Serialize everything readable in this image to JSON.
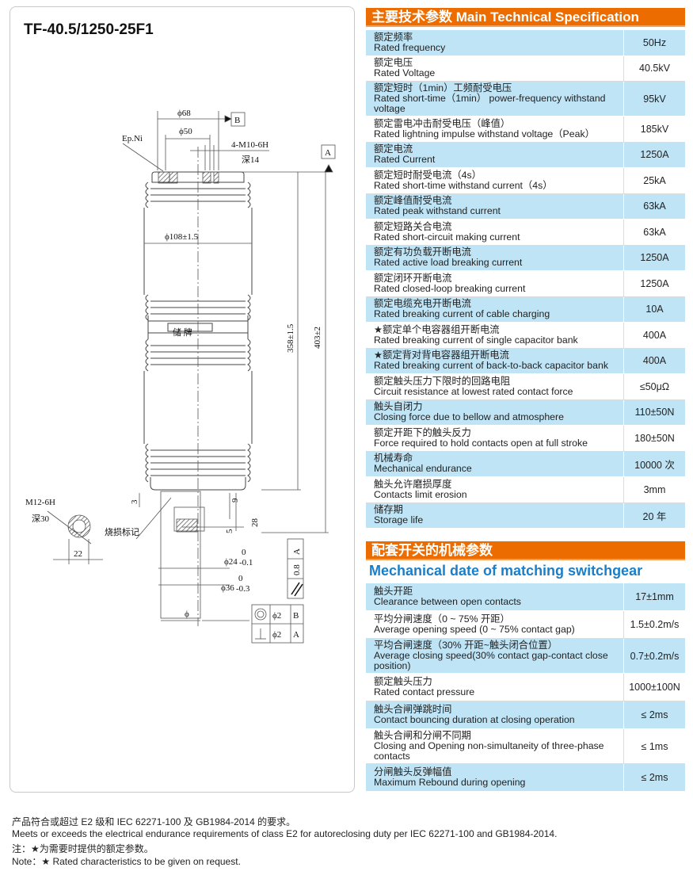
{
  "model": "TF-40.5/1250-25F1",
  "drawing": {
    "phi68": "ϕ68",
    "phi50": "ϕ50",
    "datum_b": "B",
    "datum_a": "A",
    "ep_ni": "Ep.Ni",
    "thread_top": "4-M10-6H",
    "depth_top": "深14",
    "phi108": "ϕ108±1.5",
    "len358": "358±1.5",
    "len403": "403±2",
    "label_mid": "储  牌",
    "m12": "M12-6H",
    "depth30": "深30",
    "dim22": "22",
    "dim3": "3",
    "dim9": "9",
    "dim28": "28",
    "dim5": "5",
    "burn_mark": "烧损标记",
    "phi24": "ϕ24",
    "tol24": "-0.1",
    "phi36": "ϕ36",
    "tol36": "-0.3",
    "tol0": "0",
    "phi": "ϕ",
    "parallel_val": "0.8",
    "parallel_ref": "A",
    "tol_rows": [
      {
        "symbol": "concentricity",
        "val": "ϕ2",
        "ref": "B"
      },
      {
        "symbol": "perpendicularity",
        "val": "ϕ2",
        "ref": "A"
      }
    ]
  },
  "spec": {
    "title": "主要技术参数 Main Technical Specification",
    "rows": [
      {
        "cn": "额定频率",
        "en": "Rated frequency",
        "val": "50Hz"
      },
      {
        "cn": "额定电压",
        "en": "Rated Voltage",
        "val": "40.5kV"
      },
      {
        "cn": "额定短时（1min）工频耐受电压",
        "en": "Rated short-time（1min） power-frequency withstand voltage",
        "val": "95kV"
      },
      {
        "cn": "额定雷电冲击耐受电压（峰值）",
        "en": "Rated lightning impulse  withstand voltage（Peak）",
        "val": "185kV"
      },
      {
        "cn": "额定电流",
        "en": "Rated Current",
        "val": "1250A"
      },
      {
        "cn": "额定短时耐受电流（4s）",
        "en": "Rated short-time withstand current（4s）",
        "val": "25kA"
      },
      {
        "cn": "额定峰值耐受电流",
        "en": "Rated peak withstand current",
        "val": "63kA"
      },
      {
        "cn": "额定短路关合电流",
        "en": "Rated short-circuit making current",
        "val": "63kA"
      },
      {
        "cn": "额定有功负载开断电流",
        "en": "Rated active load breaking current",
        "val": "1250A"
      },
      {
        "cn": "额定闭环开断电流",
        "en": "Rated closed-loop breaking current",
        "val": "1250A"
      },
      {
        "cn": "额定电缆充电开断电流",
        "en": "Rated breaking current of cable charging",
        "val": "10A"
      },
      {
        "cn": "★额定单个电容器组开断电流",
        "en": "Rated breaking current of single capacitor bank",
        "val": "400A"
      },
      {
        "cn": "★额定背对背电容器组开断电流",
        "en": "Rated breaking current of back-to-back capacitor bank",
        "val": "400A"
      },
      {
        "cn": "额定触头压力下限时的回路电阻",
        "en": "Circuit resistance at lowest rated contact force",
        "val": "≤50μΩ"
      },
      {
        "cn": "触头自闭力",
        "en": "Closing force due to bellow and atmosphere",
        "val": "110±50N"
      },
      {
        "cn": "额定开距下的触头反力",
        "en": "Force required to hold contacts open at full stroke",
        "val": "180±50N"
      },
      {
        "cn": "机械寿命",
        "en": "Mechanical endurance",
        "val": "10000 次"
      },
      {
        "cn": "触头允许磨损厚度",
        "en": "Contacts limit erosion",
        "val": "3mm"
      },
      {
        "cn": "储存期",
        "en": "Storage life",
        "val": "20 年"
      }
    ]
  },
  "mech": {
    "title": "配套开关的机械参数",
    "subtitle": "Mechanical date of matching switchgear",
    "rows": [
      {
        "cn": "触头开距",
        "en": "Clearance between open contacts",
        "val": "17±1mm"
      },
      {
        "cn": "平均分闸速度（0 ~ 75% 开距）",
        "en": "Average opening speed (0 ~ 75% contact gap)",
        "val": "1.5±0.2m/s"
      },
      {
        "cn": "平均合闸速度（30% 开距~触头闭合位置）",
        "en": "Average closing speed(30% contact gap-contact close position)",
        "val": "0.7±0.2m/s"
      },
      {
        "cn": "额定触头压力",
        "en": "Rated contact pressure",
        "val": "1000±100N"
      },
      {
        "cn": "触头合闸弹跳时间",
        "en": "Contact bouncing duration at closing operation",
        "val": "≤ 2ms"
      },
      {
        "cn": "触头合闸和分闸不同期",
        "en": "Closing and Opening non-simultaneity of three-phase contacts",
        "val": "≤ 1ms"
      },
      {
        "cn": "分闸触头反弹幅值",
        "en": "Maximum Rebound during opening",
        "val": "≤ 2ms"
      }
    ]
  },
  "footer": [
    "产品符合或超过 E2 级和 IEC 62271-100 及 GB1984-2014 的要求。",
    "Meets or exceeds the electrical endurance requirements of class E2 for autoreclosing duty per IEC 62271-100 and GB1984-2014.",
    "注：★为需要时提供的额定参数。",
    "Note：★ Rated characteristics to be given on request."
  ]
}
